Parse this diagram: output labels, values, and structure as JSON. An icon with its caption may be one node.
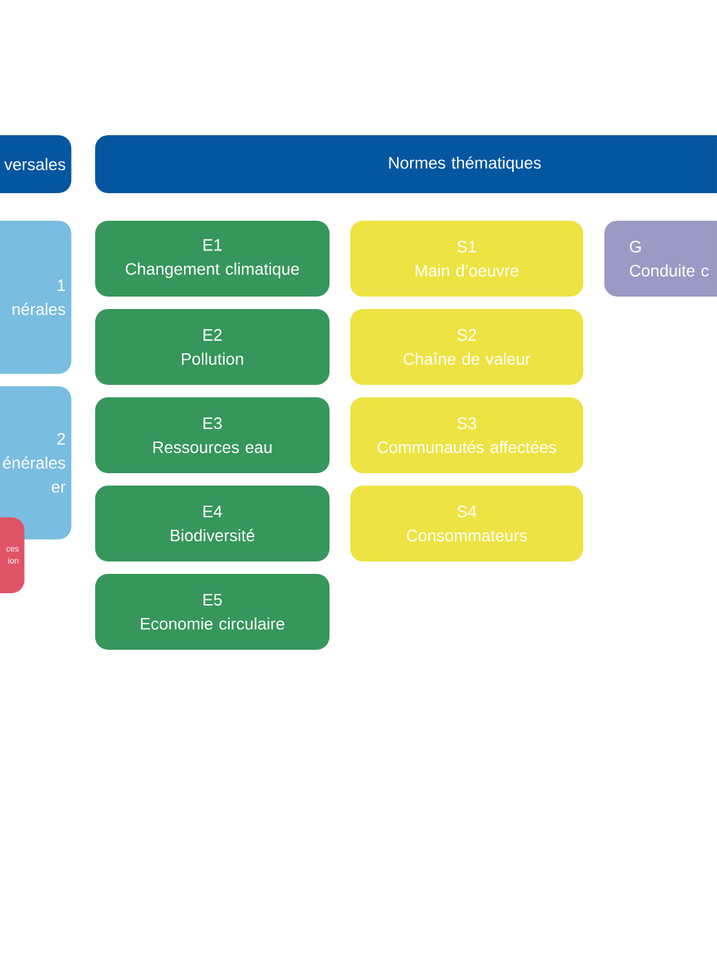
{
  "diagram": {
    "nodes": [
      {
        "text": [
          "versales"
        ]
      },
      {
        "text": [
          "Normes thématiques"
        ]
      },
      {
        "text": [
          "1",
          "nérales"
        ]
      },
      {
        "text": [
          "2",
          "énérales",
          "er"
        ]
      },
      {
        "text": [
          "ces",
          "ion"
        ]
      },
      {
        "text": [
          "E1",
          "Changement climatique"
        ]
      },
      {
        "text": [
          "E2",
          "Pollution"
        ]
      },
      {
        "text": [
          "E3",
          "Ressources eau"
        ]
      },
      {
        "text": [
          "E4",
          "Biodiversité"
        ]
      },
      {
        "text": [
          "E5",
          "Economie circulaire"
        ]
      },
      {
        "text": [
          "S1",
          "Main d’oeuvre"
        ]
      },
      {
        "text": [
          "S2",
          "Chaîne de valeur"
        ]
      },
      {
        "text": [
          "S3",
          "Communautés affectées"
        ]
      },
      {
        "text": [
          "S4",
          "Consommateurs"
        ]
      },
      {
        "text": [
          "G",
          "Conduite c"
        ]
      }
    ]
  }
}
